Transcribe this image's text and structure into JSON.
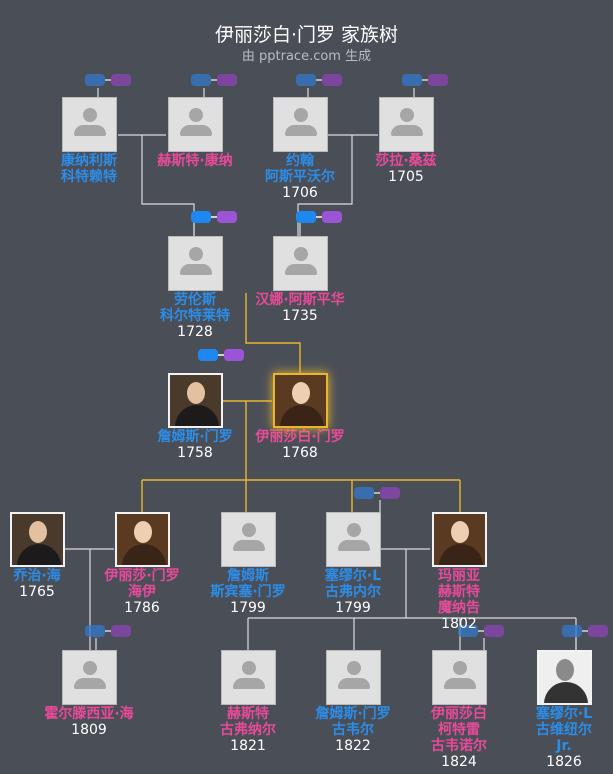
{
  "title": "伊丽莎白·门罗 家族树",
  "subtitle": "由 pptrace.com 生成",
  "people": [
    {
      "id": "p1",
      "name": [
        "康纳利斯",
        "科特赖特"
      ],
      "year": "",
      "sex": "m",
      "photo": "placeholder"
    },
    {
      "id": "p2",
      "name": [
        "赫斯特·康纳"
      ],
      "year": "",
      "sex": "f",
      "photo": "placeholder"
    },
    {
      "id": "p3",
      "name": [
        "约翰",
        "阿斯平沃尔"
      ],
      "year": "1706",
      "sex": "m",
      "photo": "placeholder"
    },
    {
      "id": "p4",
      "name": [
        "莎拉·桑兹"
      ],
      "year": "1705",
      "sex": "f",
      "photo": "placeholder"
    },
    {
      "id": "p5",
      "name": [
        "劳伦斯",
        "科尔特莱特"
      ],
      "year": "1728",
      "sex": "m",
      "photo": "placeholder"
    },
    {
      "id": "p6",
      "name": [
        "汉娜·阿斯平华"
      ],
      "year": "1735",
      "sex": "f",
      "photo": "placeholder"
    },
    {
      "id": "p7",
      "name": [
        "詹姆斯·门罗"
      ],
      "year": "1758",
      "sex": "m",
      "photo": "portrait-man"
    },
    {
      "id": "p8",
      "name": [
        "伊丽莎白·门罗"
      ],
      "year": "1768",
      "sex": "f",
      "photo": "portrait-woman",
      "selected": true
    },
    {
      "id": "p9",
      "name": [
        "乔治·海"
      ],
      "year": "1765",
      "sex": "m",
      "photo": "portrait-man"
    },
    {
      "id": "p10",
      "name": [
        "伊丽莎·门罗",
        "海伊"
      ],
      "year": "1786",
      "sex": "f",
      "photo": "portrait-woman"
    },
    {
      "id": "p11",
      "name": [
        "詹姆斯",
        "斯宾塞·门罗"
      ],
      "year": "1799",
      "sex": "m",
      "photo": "placeholder"
    },
    {
      "id": "p12",
      "name": [
        "塞缪尔·L",
        "古弗内尔"
      ],
      "year": "1799",
      "sex": "m",
      "photo": "placeholder"
    },
    {
      "id": "p13",
      "name": [
        "玛丽亚",
        "赫斯特",
        "魔纳告"
      ],
      "year": "1802",
      "sex": "f",
      "photo": "portrait-woman"
    },
    {
      "id": "p14",
      "name": [
        "霍尔滕西亚·海"
      ],
      "year": "1809",
      "sex": "f",
      "photo": "placeholder"
    },
    {
      "id": "p15",
      "name": [
        "赫斯特",
        "古弗纳尔"
      ],
      "year": "1821",
      "sex": "f",
      "photo": "placeholder"
    },
    {
      "id": "p16",
      "name": [
        "詹姆斯·门罗",
        "古韦尔"
      ],
      "year": "1822",
      "sex": "m",
      "photo": "placeholder"
    },
    {
      "id": "p17",
      "name": [
        "伊丽莎白",
        "柯特雷",
        "古韦诺尔"
      ],
      "year": "1824",
      "sex": "f",
      "photo": "placeholder"
    },
    {
      "id": "p18",
      "name": [
        "塞缪尔·L",
        "古维纽尔",
        "Jr."
      ],
      "year": "1826",
      "sex": "m",
      "photo": "portrait-man-sketch"
    }
  ],
  "colors": {
    "background": "#4a4e57",
    "male": "#2c8de8",
    "female": "#e84a9a",
    "line": "#dcdcdc",
    "lineHighlight": "#e8b72e"
  }
}
